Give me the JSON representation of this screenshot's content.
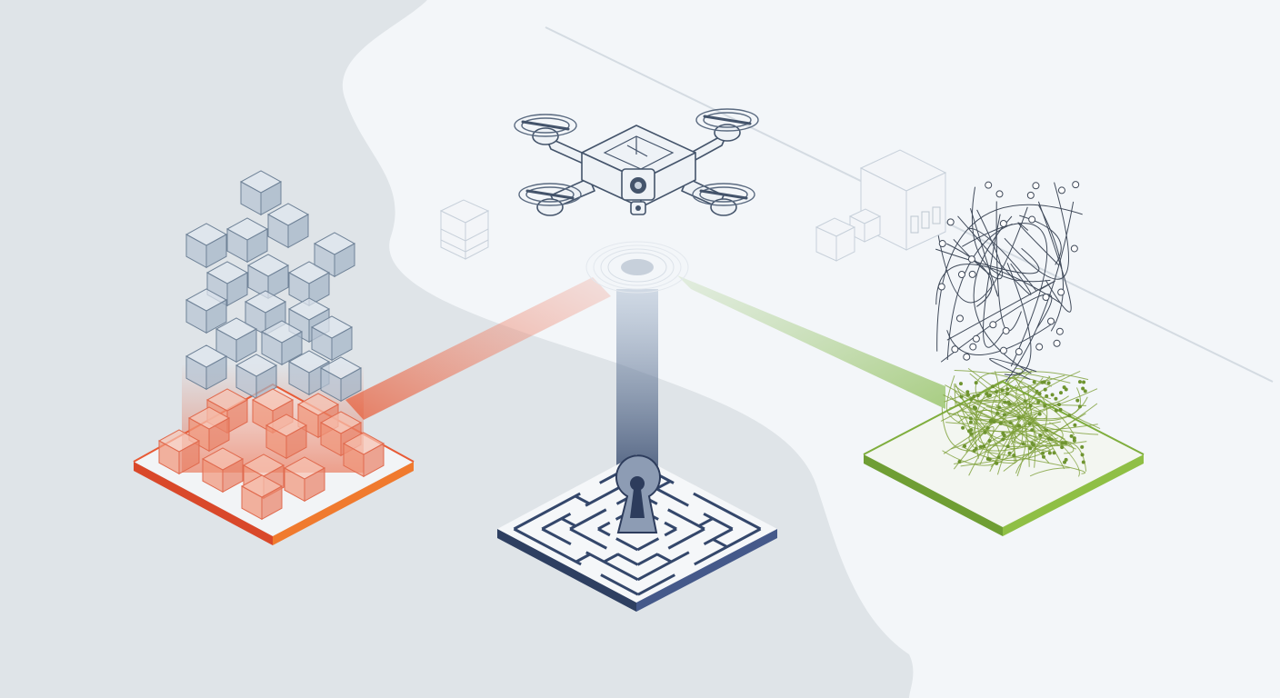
{
  "colors": {
    "background_left": "#dfe4e8",
    "background_right": "#f3f6f9",
    "red_accent": "#e85a35",
    "navy_accent": "#34476b",
    "green_accent": "#7fae3d",
    "cube_stroke": "#6f8297"
  },
  "icons": {
    "drone": "drone-icon",
    "keyhole": "keyhole-icon",
    "maze": "maze-icon",
    "network": "tangled-network-icon",
    "building": "building-icon"
  },
  "platforms": [
    {
      "id": "red",
      "color": "#e85a35",
      "content": "cube-stack"
    },
    {
      "id": "navy",
      "color": "#34476b",
      "content": "maze-with-keyhole"
    },
    {
      "id": "green",
      "color": "#7fae3d",
      "content": "tangled-network"
    }
  ]
}
